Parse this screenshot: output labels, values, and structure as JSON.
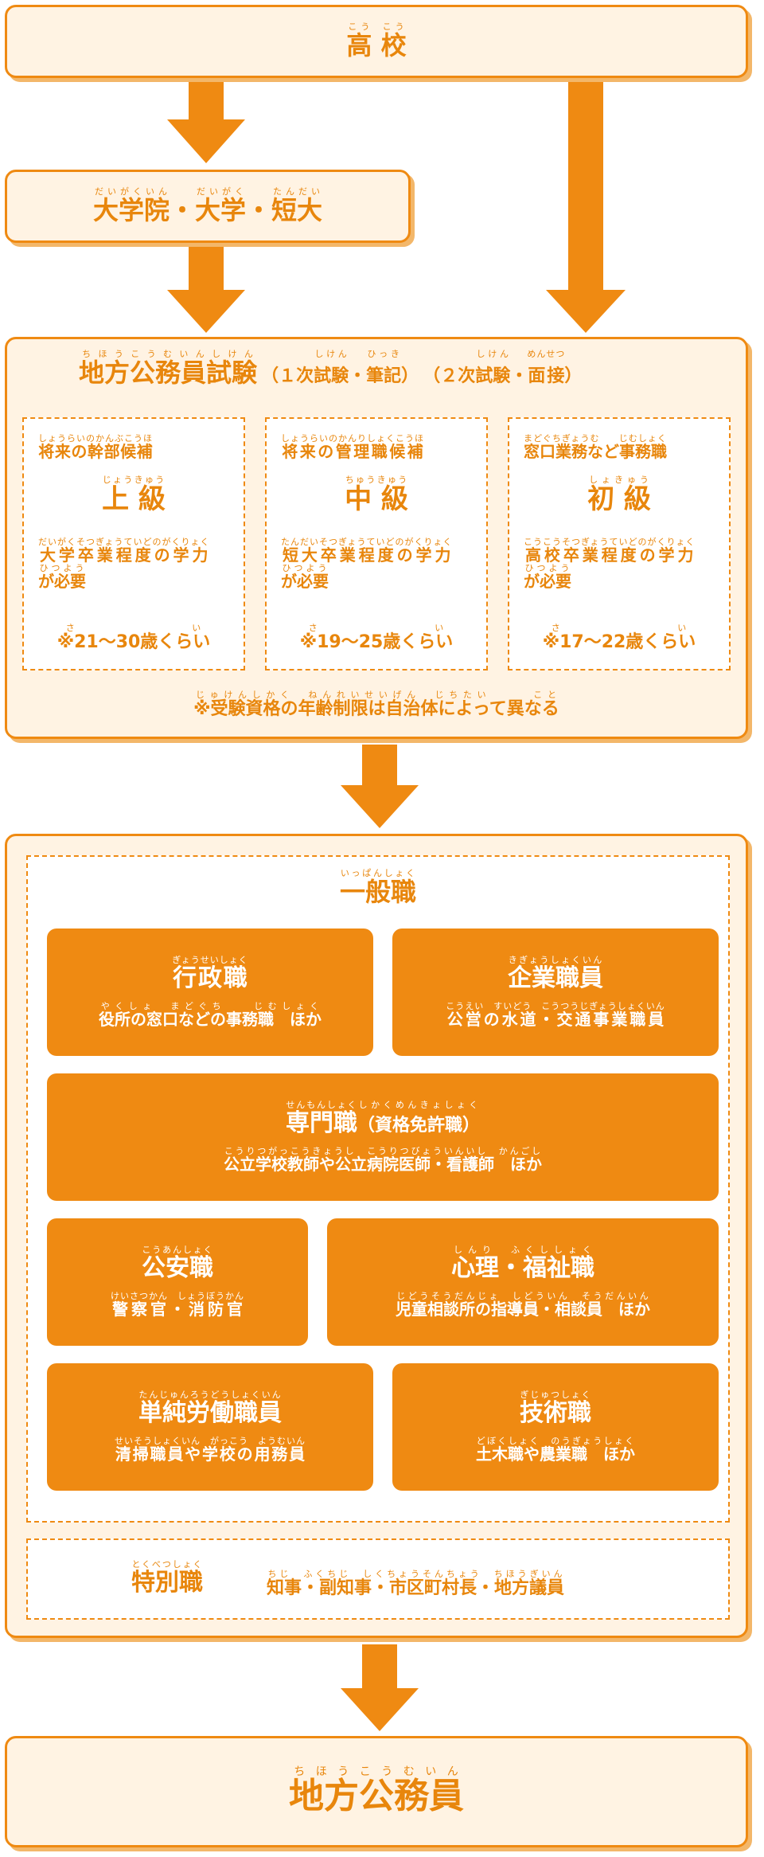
{
  "highschool": {
    "r1": "高",
    "t1": "こう",
    "r2": "校",
    "t2": "こう"
  },
  "university": {
    "p1": "大学院",
    "t1": "だいがくいん",
    "sep1": "・",
    "p2": "大学",
    "t2": "だいがく",
    "sep2": "・",
    "p3": "短大",
    "t3": "たんだい"
  },
  "exam": {
    "title": "地方公務員試験",
    "title_rt": "ちほうこうむいんしけん",
    "sub1_a": "（１次",
    "sub1_b": "試験",
    "sub1_b_rt": "しけん",
    "sub1_c": "・",
    "sub1_d": "筆記",
    "sub1_d_rt": "ひっき",
    "sub1_e": "）",
    "sub2_a": "（２次",
    "sub2_b": "試験",
    "sub2_b_rt": "しけん",
    "sub2_c": "・",
    "sub2_d": "面接",
    "sub2_d_rt": "めんせつ",
    "sub2_e": "）",
    "grades": [
      {
        "top": "将来の幹部候補",
        "top_rt": "しょうらいのかんぶこうほ",
        "name": "上 級",
        "name_rt": "じょうきゅう",
        "req1": "大学卒業程度の学力",
        "req1_rt": "だいがくそつぎょうていどのがくりょく",
        "req2": "が必要",
        "req2_rt": "ひつよう",
        "age": "※21～30歳くらい",
        "age_rt": "さい"
      },
      {
        "top": "将来の管理職候補",
        "top_rt": "しょうらいのかんりしょくこうほ",
        "name": "中 級",
        "name_rt": "ちゅうきゅう",
        "req1": "短大卒業程度の学力",
        "req1_rt": "たんだいそつぎょうていどのがくりょく",
        "req2": "が必要",
        "req2_rt": "ひつよう",
        "age": "※19～25歳くらい",
        "age_rt": "さい"
      },
      {
        "top": "窓口業務など事務職",
        "top_rt": "まどぐちぎょうむ　　じむしょく",
        "name": "初 級",
        "name_rt": "しょきゅう",
        "req1": "高校卒業程度の学力",
        "req1_rt": "こうこうそつぎょうていどのがくりょく",
        "req2": "が必要",
        "req2_rt": "ひつよう",
        "age": "※17～22歳くらい",
        "age_rt": "さい"
      }
    ],
    "note": "※受験資格の年齢制限は自治体によって異なる",
    "note_rt": "じゅけんしかく　ねんれいせいげん　じちたい　　　こと"
  },
  "general": {
    "title": "一般職",
    "title_rt": "いっぱんしょく",
    "cards": [
      {
        "h": "行政職",
        "h_rt": "ぎょうせいしょく",
        "s": "役所の窓口などの事務職　ほか",
        "s_rt": "やくしょ　まどぐち　　じむしょく"
      },
      {
        "h": "企業職員",
        "h_rt": "きぎょうしょくいん",
        "s": "公営の水道・交通事業職員",
        "s_rt": "こうえい　すいどう　こうつうじぎょうしょくいん"
      },
      {
        "h": "専門職",
        "h_rt": "せんもんしょく",
        "h2": "（資格免許職）",
        "h2_rt": "しかくめんきょしょく",
        "s": "公立学校教師や公立病院医師・看護師　ほか",
        "s_rt": "こうりつがっこうきょうし　こうりつびょういんいし　かんごし"
      },
      {
        "h": "公安職",
        "h_rt": "こうあんしょく",
        "s": "警察官・消防官",
        "s_rt": "けいさつかん　しょうぼうかん"
      },
      {
        "h": "心理・福祉職",
        "h_rt": "しんり　ふくししょく",
        "s": "児童相談所の指導員・相談員　ほか",
        "s_rt": "じどうそうだんじょ　しどういん　そうだんいん"
      },
      {
        "h": "単純労働職員",
        "h_rt": "たんじゅんろうどうしょくいん",
        "s": "清掃職員や学校の用務員",
        "s_rt": "せいそうしょくいん　がっこう　ようむいん"
      },
      {
        "h": "技術職",
        "h_rt": "ぎじゅつしょく",
        "s": "土木職や農業職　ほか",
        "s_rt": "どぼくしょく　のうぎょうしょく"
      }
    ]
  },
  "special": {
    "title": "特別職",
    "title_rt": "とくべつしょく",
    "desc": "知事・副知事・市区町村長・地方議員",
    "desc_rt": "ちじ　ふくちじ　しくちょうそんちょう　ちほうぎいん"
  },
  "final": {
    "title": "地方公務員",
    "title_rt": "ちほうこうむいん"
  },
  "colors": {
    "accent": "#ef8a12",
    "fill": "#fff3e3",
    "shadow": "#f3b76a"
  }
}
